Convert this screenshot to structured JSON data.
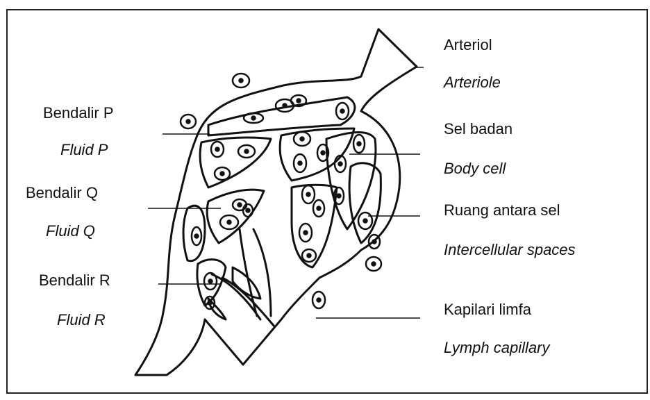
{
  "labels": {
    "fluid_p": {
      "malay": "Bendalir P",
      "english": "Fluid P"
    },
    "fluid_q": {
      "malay": "Bendalir Q",
      "english": "Fluid Q"
    },
    "fluid_r": {
      "malay": "Bendalir R",
      "english": "Fluid R"
    },
    "arteriole": {
      "malay": "Arteriol",
      "english": "Arteriole"
    },
    "body_cell": {
      "malay": "Sel badan",
      "english": "Body cell"
    },
    "intercellular": {
      "malay": "Ruang antara sel",
      "english": "Intercellular spaces"
    },
    "lymph_capillary": {
      "malay": "Kapilari limfa",
      "english": "Lymph capillary"
    }
  },
  "colors": {
    "ink": "#111111",
    "paper": "#ffffff"
  }
}
